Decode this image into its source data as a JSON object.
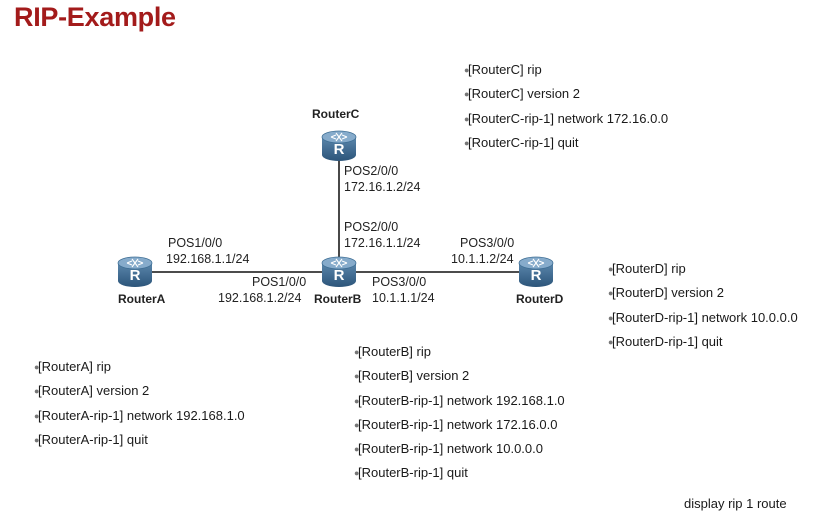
{
  "title": "RIP-Example",
  "routers": {
    "routerA": {
      "name": "RouterA"
    },
    "routerB": {
      "name": "RouterB"
    },
    "routerC": {
      "name": "RouterC"
    },
    "routerD": {
      "name": "RouterD"
    }
  },
  "links": {
    "a_iface": "POS1/0/0",
    "a_ip": "192.168.1.1/24",
    "b_iface_a": "POS1/0/0",
    "b_ip_a": "192.168.1.2/24",
    "b_iface_c": "POS2/0/0",
    "b_ip_c": "172.16.1.1/24",
    "c_iface": "POS2/0/0",
    "c_ip": "172.16.1.2/24",
    "b_iface_d": "POS3/0/0",
    "b_ip_d": "10.1.1.1/24",
    "d_iface": "POS3/0/0",
    "d_ip": "10.1.1.2/24"
  },
  "config": {
    "routerC": [
      "[RouterC] rip",
      "[RouterC] version 2",
      "[RouterC-rip-1] network 172.16.0.0",
      "[RouterC-rip-1] quit"
    ],
    "routerD": [
      "[RouterD] rip",
      "[RouterD] version 2",
      "[RouterD-rip-1] network 10.0.0.0",
      "[RouterD-rip-1] quit"
    ],
    "routerA": [
      "[RouterA] rip",
      "[RouterA] version 2",
      "[RouterA-rip-1] network 192.168.1.0",
      "[RouterA-rip-1] quit"
    ],
    "routerB": [
      "[RouterB] rip",
      "[RouterB] version 2",
      "[RouterB-rip-1] network 192.168.1.0",
      "[RouterB-rip-1] network 172.16.0.0",
      "[RouterB-rip-1] network 10.0.0.0",
      "[RouterB-rip-1] quit"
    ]
  },
  "footer": "display rip 1 route",
  "colors": {
    "title": "#a31b1b",
    "router_body": "#3f6f95",
    "router_top": "#7fa5c6"
  }
}
